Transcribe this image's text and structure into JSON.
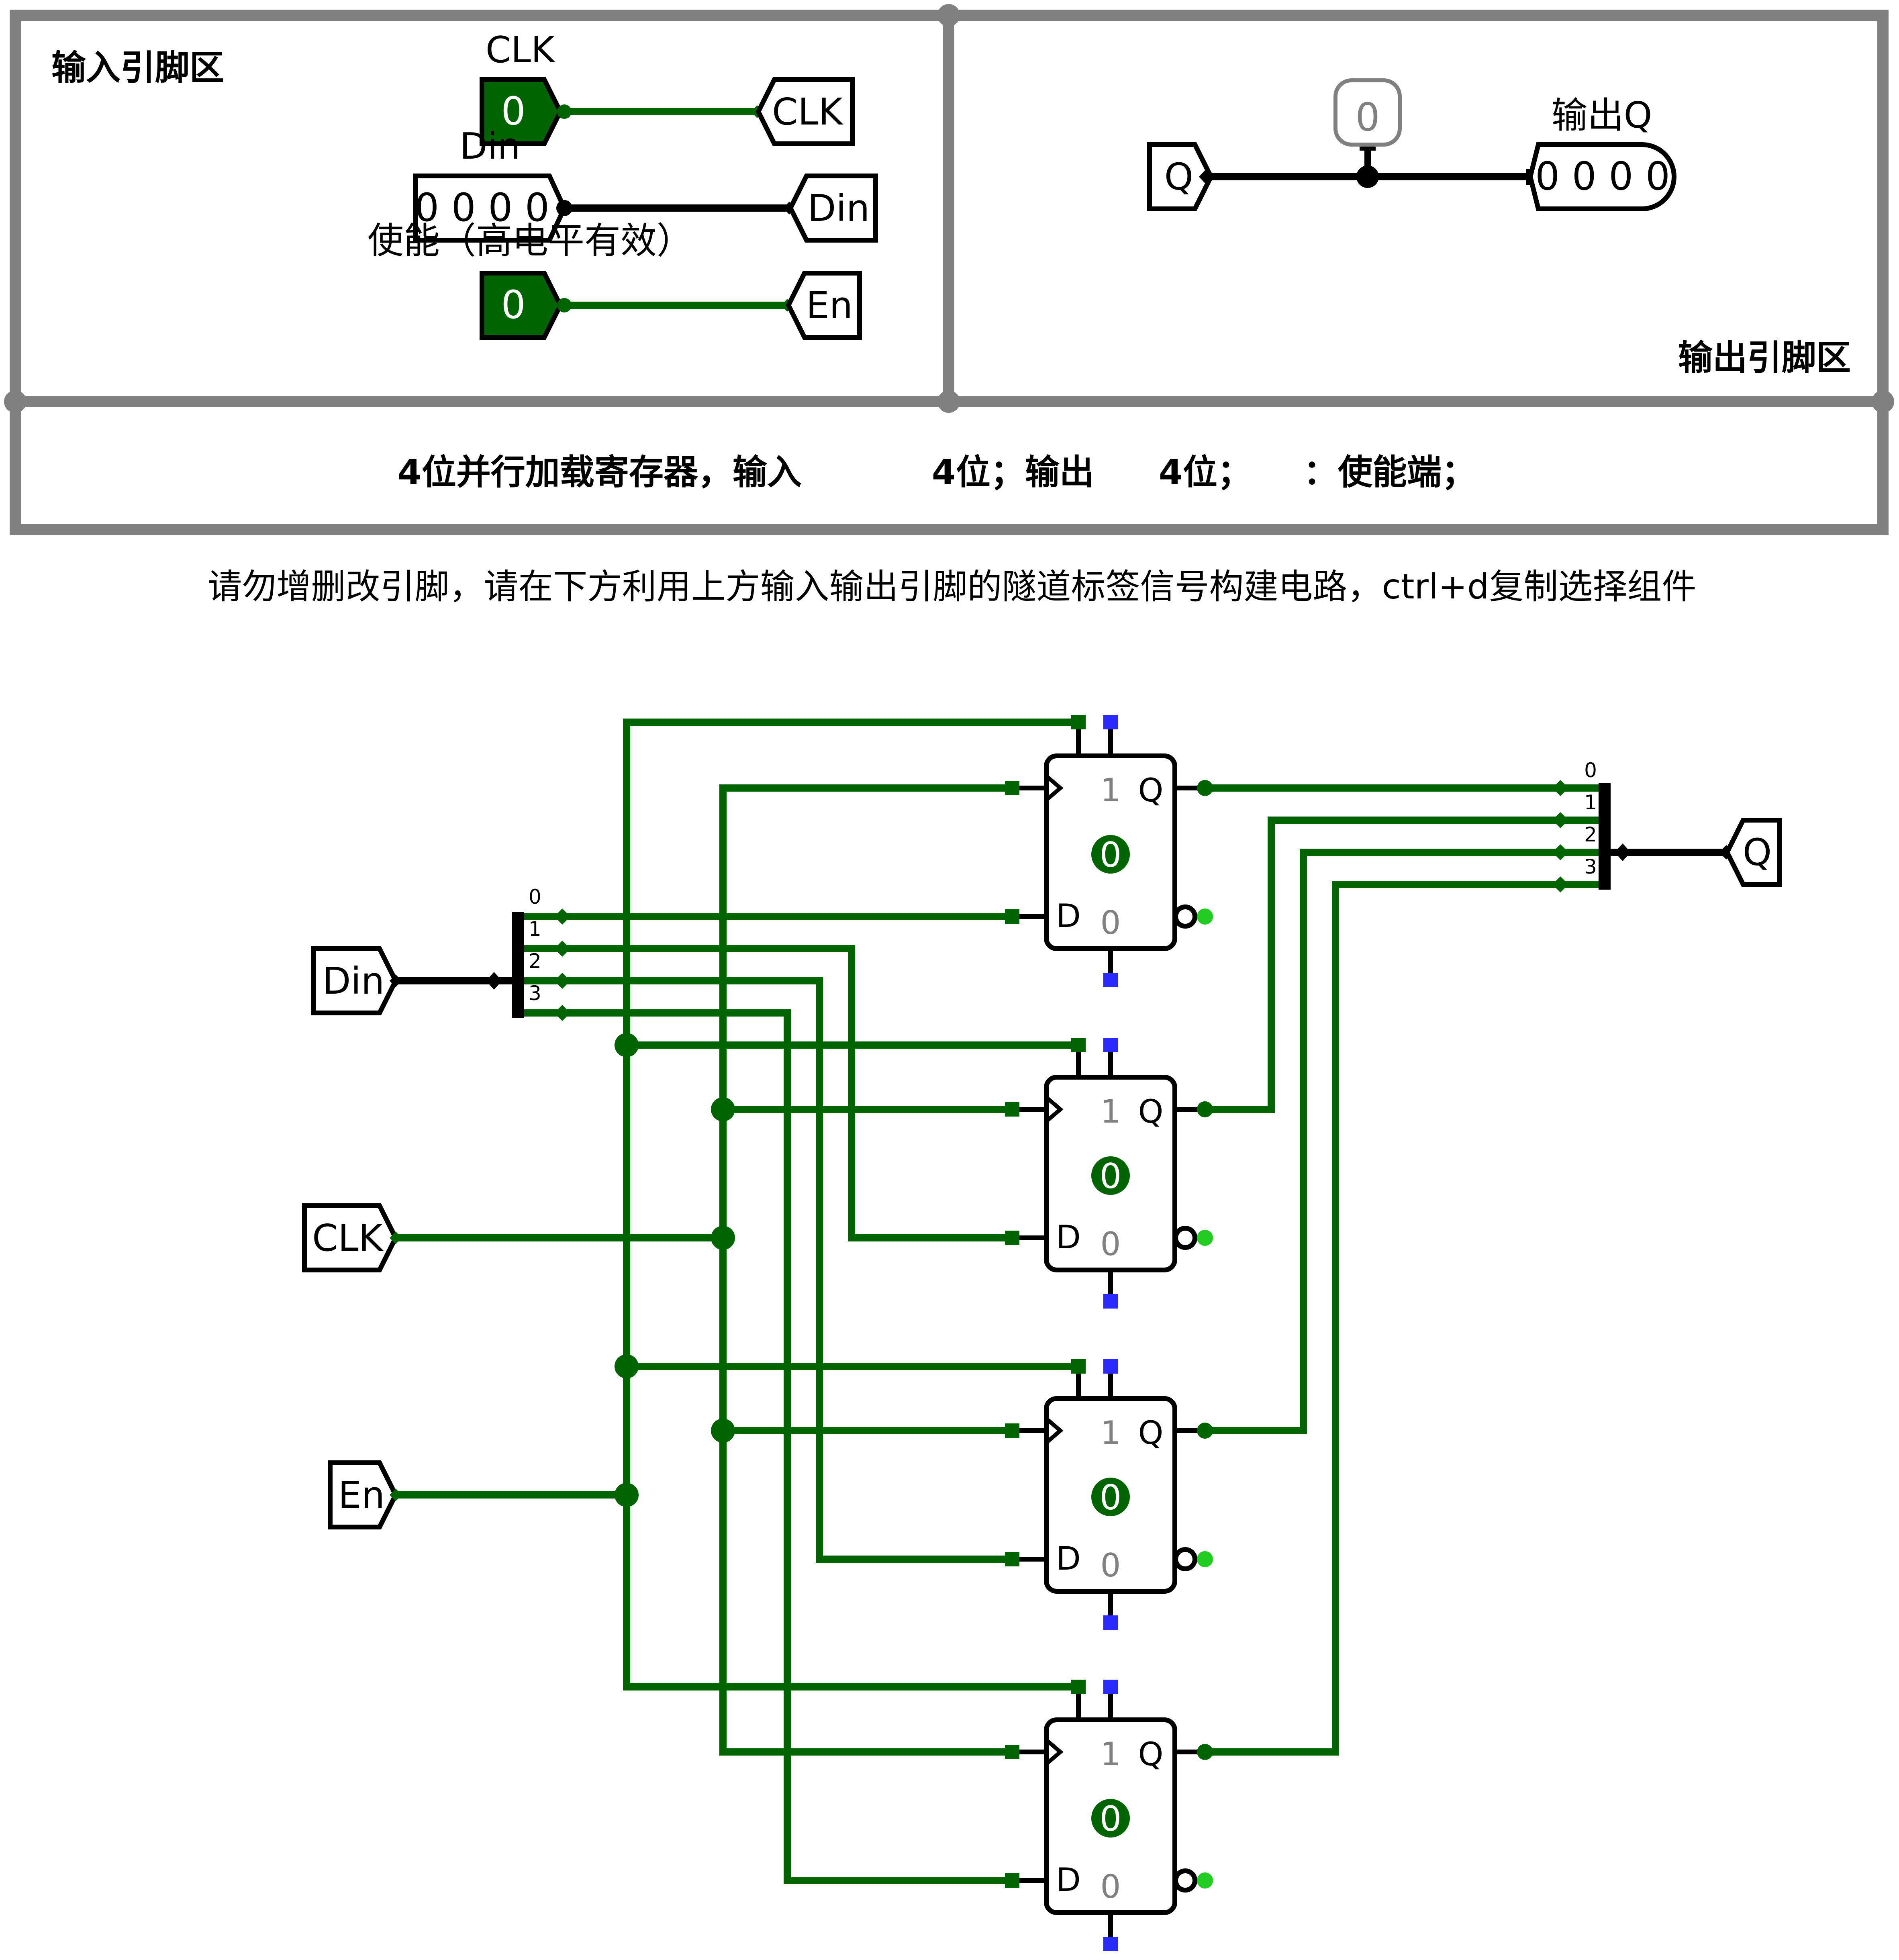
{
  "input_area": {
    "title": "输入引脚区",
    "clk": {
      "label": "CLK",
      "value": "0",
      "tunnel": "CLK"
    },
    "din": {
      "label": "Din",
      "value": "0 0 0 0",
      "tunnel": "Din"
    },
    "en": {
      "label": "使能（高电平有效）",
      "value": "0",
      "tunnel": "En"
    }
  },
  "output_area": {
    "title": "输出引脚区",
    "tunnel_q": "Q",
    "probe_value": "0",
    "q_label": "输出Q",
    "q_value": "0 0 0 0"
  },
  "description": {
    "part1": "4位并行加载寄存器，输入",
    "part2": "4位；输出",
    "part3": "4位；",
    "part4": "：使能端；"
  },
  "instruction": "请勿增删改引脚，请在下方利用上方输入输出引脚的隧道标签信号构建电路，ctrl+d复制选择组件",
  "circuit": {
    "tunnel_din": "Din",
    "tunnel_clk": "CLK",
    "tunnel_en": "En",
    "tunnel_q": "Q",
    "split_in_bits": [
      "0",
      "1",
      "2",
      "3"
    ],
    "split_out_bits": [
      "0",
      "1",
      "2",
      "3"
    ],
    "flipflops": [
      {
        "state": "0",
        "one": "1",
        "zero": "0",
        "q": "Q",
        "d": "D"
      },
      {
        "state": "0",
        "one": "1",
        "zero": "0",
        "q": "Q",
        "d": "D"
      },
      {
        "state": "0",
        "one": "1",
        "zero": "0",
        "q": "Q",
        "d": "D"
      },
      {
        "state": "0",
        "one": "1",
        "zero": "0",
        "q": "Q",
        "d": "D"
      }
    ]
  },
  "colors": {
    "wire_active": "#006400",
    "wire_bus": "#000000",
    "frame": "#808080",
    "port_blue": "#2a2aff",
    "pin_green": "#006400",
    "qbar_dot": "#22cc22"
  }
}
